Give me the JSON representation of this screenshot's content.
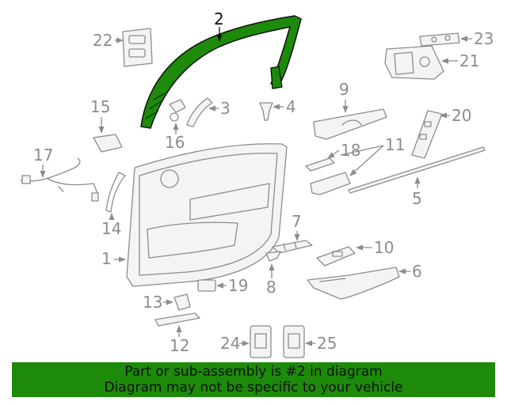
{
  "diagram": {
    "highlight_color": "#1d8a0a",
    "highlighted_part": "2",
    "callouts": [
      "1",
      "2",
      "3",
      "4",
      "5",
      "6",
      "7",
      "8",
      "9",
      "10",
      "11",
      "12",
      "13",
      "14",
      "15",
      "16",
      "17",
      "18",
      "19",
      "20",
      "21",
      "22",
      "23",
      "24",
      "25"
    ]
  },
  "banner": {
    "line1": "Part or sub-assembly is #2 in diagram",
    "line2": "Diagram may not be specific to your vehicle",
    "background": "#1d8a0a"
  }
}
